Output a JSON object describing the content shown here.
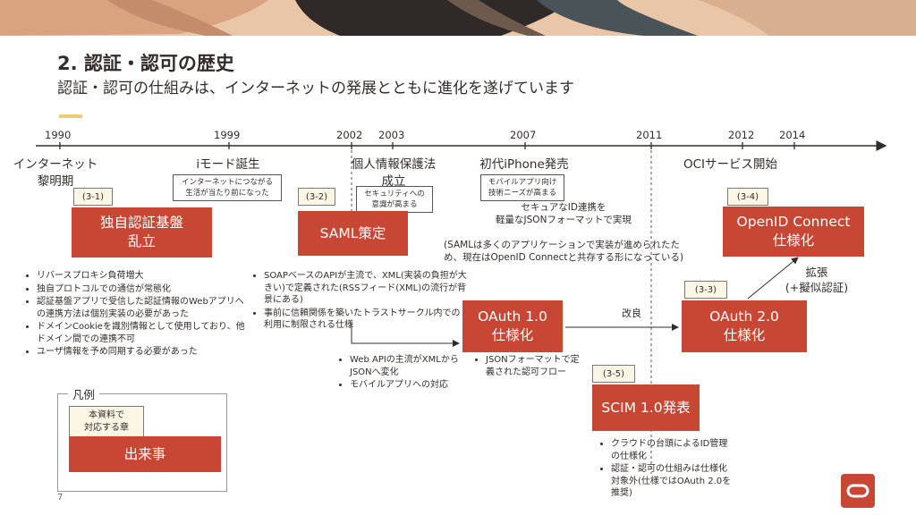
{
  "slide": {
    "title": "2. 認証・認可の歴史",
    "subtitle": "認証・認可の仕組みは、インターネットの発展とともに進化を遂げています",
    "page_number": "7"
  },
  "timeline": {
    "years": [
      "1990",
      "1999",
      "2002",
      "2003",
      "2007",
      "2011",
      "2012",
      "2014"
    ],
    "events": {
      "internet": [
        "インターネット",
        "黎明期"
      ],
      "imode": "iモード誕生",
      "privacy": [
        "個人情報保護法",
        "成立"
      ],
      "iphone": "初代iPhone発売",
      "oci": "OCIサービス開始"
    },
    "tags": {
      "imode": [
        "インターネットにつながる",
        "生活が当たり前になった"
      ],
      "privacy": [
        "セキュリティへの",
        "意識が高まる"
      ],
      "iphone": [
        "モバイルアプリ向け",
        "技術ニーズが高まる"
      ]
    }
  },
  "chapters": {
    "c31": "(3-1)",
    "c32": "(3-2)",
    "c33": "(3-3)",
    "c34": "(3-4)",
    "c35": "(3-5)"
  },
  "boxes": {
    "proprietary": [
      "独自認証基盤",
      "乱立"
    ],
    "saml": "SAML策定",
    "oauth1": [
      "OAuth 1.0",
      "仕様化"
    ],
    "oauth2": [
      "OAuth 2.0",
      "仕様化"
    ],
    "oidc": [
      "OpenID Connect",
      "仕様化"
    ],
    "scim": "SCIM 1.0発表"
  },
  "annotations": {
    "oidc_note": [
      "セキュアなID連携を",
      "軽量なJSONフォーマットで実現"
    ],
    "saml_status": [
      "(SAMLは多くのアプリケーションで実装が進められたた",
      "め、現在はOpenID Connectと共存する形になっている)"
    ],
    "improve": "改良",
    "extend": [
      "拡張",
      "(+擬似認証)"
    ]
  },
  "notes": {
    "proprietary": [
      "リバースプロキシ負荷増大",
      "独自プロトコルでの通信が常態化",
      "認証基盤アプリで受信した認証情報のWebアプリへの連携方法は個別実装の必要があった",
      "ドメインCookieを識別情報として使用しており、他ドメイン間での連携不可",
      "ユーザ情報を予め同期する必要があった"
    ],
    "saml": [
      "SOAPベースのAPIが主流で、XML(実装の負担が大きい)で定義された(RSSフィード(XML)の流行が背景にある)",
      "事前に信頼関係を築いたトラストサークル内での利用に制限される仕様"
    ],
    "web_api": [
      "Web APIの主流がXMLからJSONへ変化",
      "モバイルアプリへの対応"
    ],
    "oauth1": [
      "JSONフォーマットで定義された認可フロー"
    ],
    "scim": [
      "クラウドの台頭によるID管理の仕様化",
      "認証・認可の仕組みは仕様化対象外(仕様ではOAuth 2.0を推奨)"
    ]
  },
  "legend": {
    "title": "凡例",
    "chapter_label": [
      "本資料で",
      "対応する章"
    ],
    "event_label": "出来事"
  },
  "colors": {
    "red": "#c74634",
    "accent": "#f0cc71",
    "chapter_bg": "#fbf5e4",
    "text": "#312d2a"
  }
}
